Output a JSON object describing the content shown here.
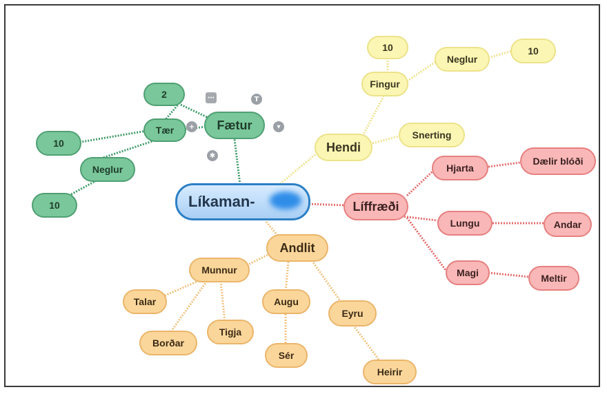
{
  "center": {
    "label": "Líkaman-"
  },
  "branches": {
    "faetur": {
      "label": "Fætur",
      "taer": "Tær",
      "two": "2",
      "ten_a": "10",
      "neglur": "Neglur",
      "ten_b": "10"
    },
    "hendi": {
      "label": "Hendi",
      "fingur": "Fingur",
      "ten_a": "10",
      "neglur": "Neglur",
      "ten_b": "10",
      "snerting": "Snerting"
    },
    "liffraedi": {
      "label": "Líffræði",
      "hjarta": "Hjarta",
      "daelir": "Dælir blóði",
      "lungu": "Lungu",
      "andar": "Andar",
      "magi": "Magi",
      "meltir": "Meltir"
    },
    "andlit": {
      "label": "Andlit",
      "munnur": "Munnur",
      "talar": "Talar",
      "bordar": "Borðar",
      "tigja": "Tigja",
      "augu": "Augu",
      "ser": "Sér",
      "eyru": "Eyru",
      "heirir": "Heirir"
    }
  },
  "colors": {
    "green": "#79c79a",
    "yellow": "#fbf6b3",
    "red": "#f9b7b7",
    "orange": "#fbd69b",
    "center": "#a9cff4",
    "center_border": "#2d7fc4"
  },
  "controls": [
    "add-icon",
    "collapse-icon",
    "menu-icon",
    "text-icon",
    "settings-icon"
  ]
}
